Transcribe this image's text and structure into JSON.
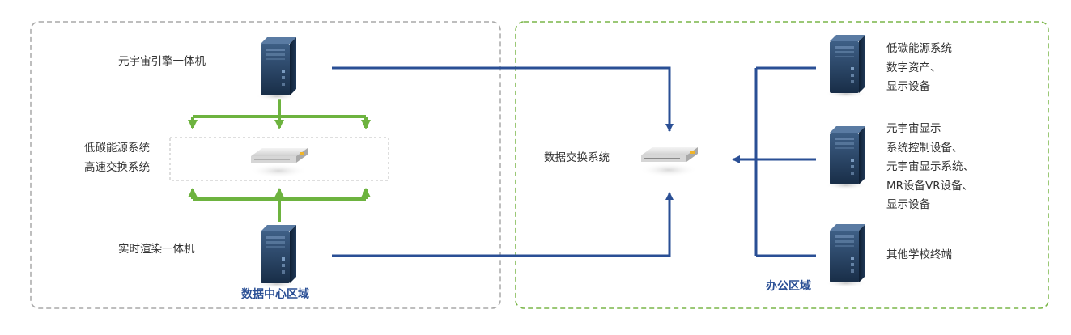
{
  "regions": {
    "data_center": {
      "title": "数据中心区域"
    },
    "office": {
      "title": "办公区域"
    }
  },
  "nodes": {
    "engine_server": {
      "label": "元宇宙引擎一体机",
      "icon": "server-tower-icon"
    },
    "render_server": {
      "label": "实时渲染一体机",
      "icon": "server-tower-icon"
    },
    "high_speed_switch": {
      "label": "低碳能源系统\n高速交换系统",
      "icon": "network-switch-icon"
    },
    "data_switch": {
      "label": "数据交换系统",
      "icon": "network-switch-icon"
    },
    "office_asset_display": {
      "label": "低碳能源系统\n数字资产、\n显示设备",
      "icon": "server-tower-icon"
    },
    "office_control": {
      "label": "元宇宙显示\n系统控制设备、\n元宇宙显示系统、\nMR设备VR设备、\n显示设备",
      "icon": "server-tower-icon"
    },
    "office_other": {
      "label": "其他学校终端",
      "icon": "server-tower-icon"
    }
  },
  "colors": {
    "region_data_center_border": "#a8a8a8",
    "region_office_border": "#7ab648",
    "link_blue": "#2a4f95",
    "link_green": "#6db33f",
    "label_text": "#333333",
    "region_title_text": "#2a4f95"
  }
}
